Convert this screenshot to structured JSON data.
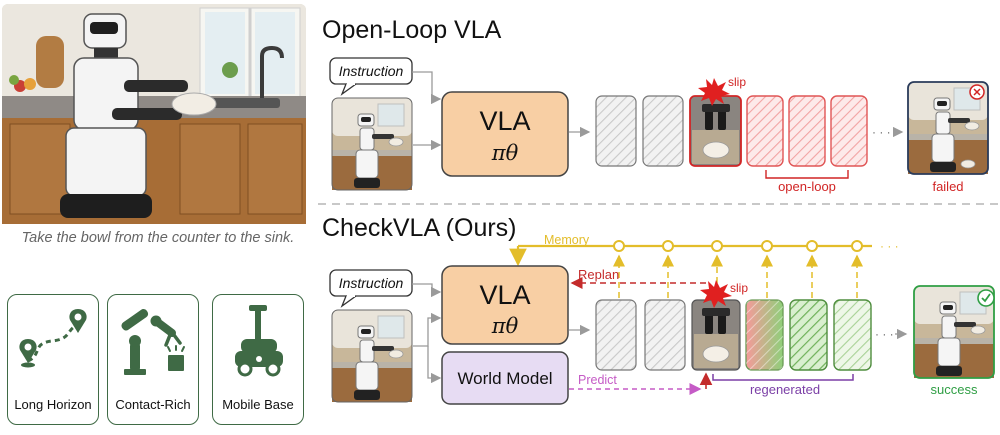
{
  "hero": {
    "caption": "Take the bowl from the counter to the sink."
  },
  "capabilities": [
    {
      "label": "Long Horizon",
      "icon": "route-icon"
    },
    {
      "label": "Contact-Rich",
      "icon": "robot-arm-icon"
    },
    {
      "label": "Mobile Base",
      "icon": "mobile-robot-icon"
    }
  ],
  "open_loop": {
    "title": "Open-Loop VLA",
    "instruction": "Instruction",
    "vla_label": "VLA",
    "policy_symbol": "πθ",
    "slip_label": "slip",
    "open_loop_label": "open-loop",
    "outcome_label": "failed",
    "ellipsis": "· · ·"
  },
  "checkvla": {
    "title": "CheckVLA (Ours)",
    "instruction": "Instruction",
    "vla_label": "VLA",
    "policy_symbol": "πθ",
    "world_model_label": "World Model",
    "memory_label": "Memory",
    "replan_label": "Replan",
    "predict_label": "Predict",
    "slip_label": "slip",
    "regenerated_label": "regenerated",
    "outcome_label": "success",
    "ellipsis": "· · ·"
  },
  "colors": {
    "vla_fill": "#f8cfa4",
    "world_model_fill": "#e7dcf3",
    "memory": "#e3bd2a",
    "replan": "#c42b2b",
    "predict": "#c55bc6",
    "regenerated": "#7b3fa6",
    "failed": "#d12525",
    "success": "#2f9e44",
    "open_loop": "#d12525"
  }
}
